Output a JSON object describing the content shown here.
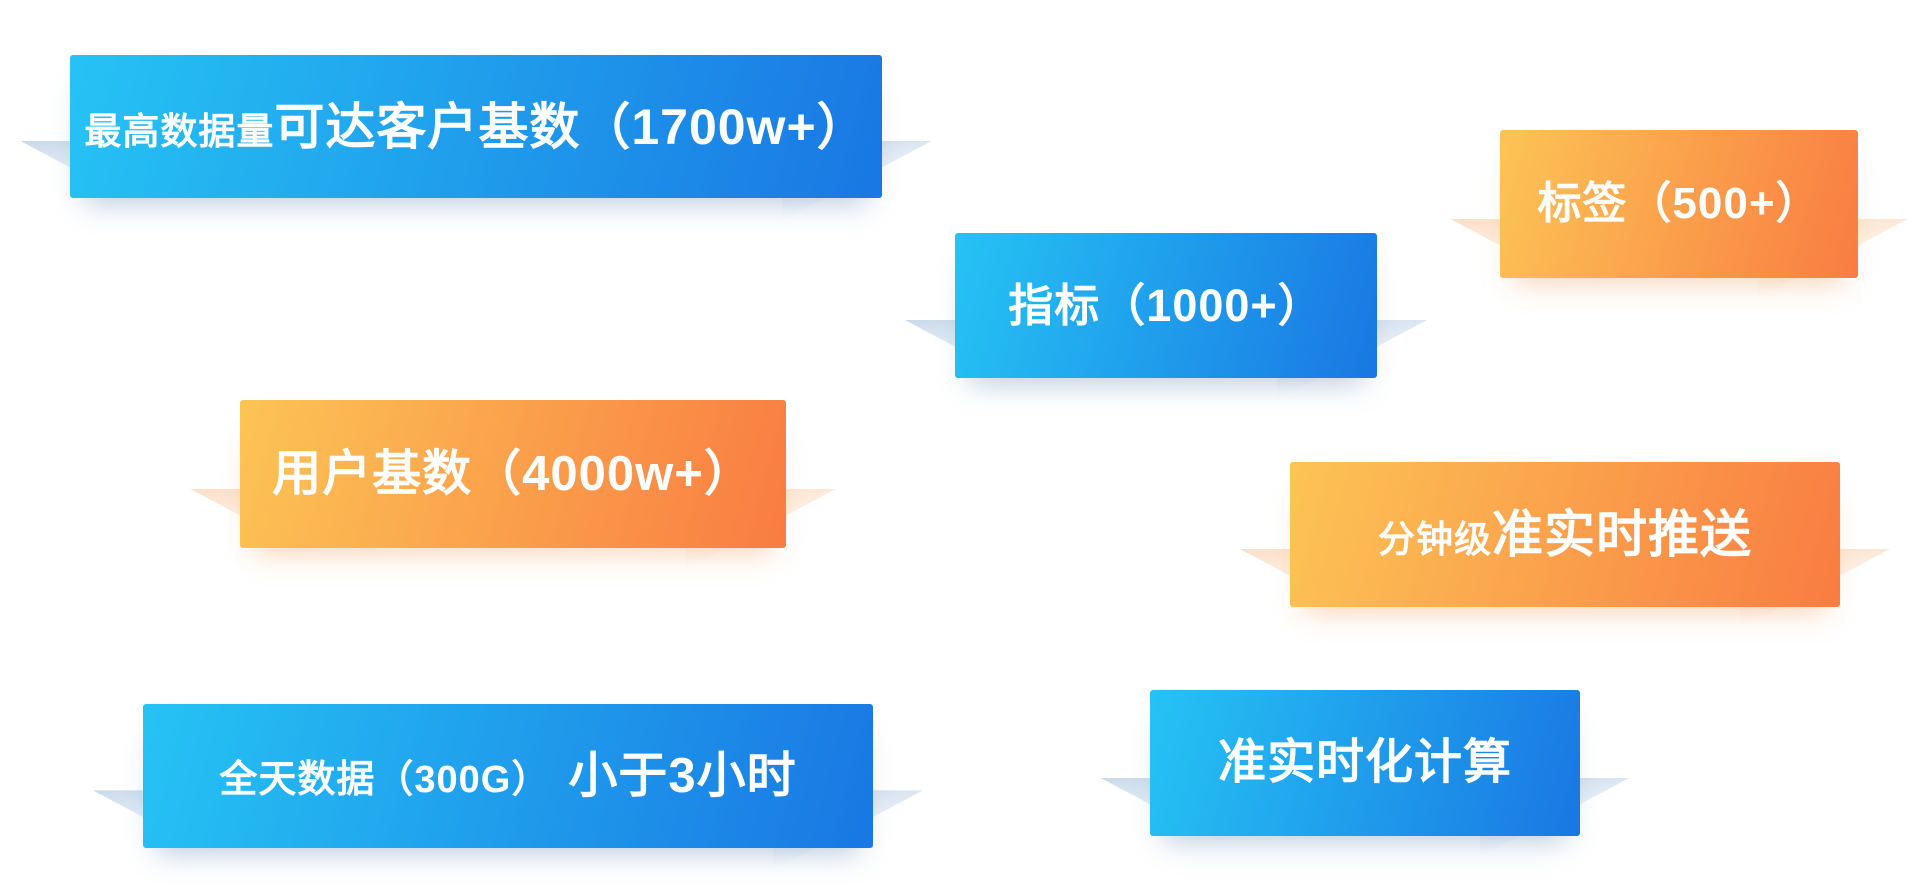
{
  "palette": {
    "blue_start": "#26C3F4",
    "blue_end": "#1977E3",
    "orange_start": "#FCC455",
    "orange_end": "#F97C42",
    "blue_fold": "#C9D9EA",
    "orange_fold": "#FBDFC8",
    "text_color": "#FFFFFF"
  },
  "banners": [
    {
      "id": "max-data-volume",
      "color": "blue",
      "segments": [
        {
          "text": "最高数据量",
          "size": "small"
        },
        {
          "text": "可达客户基数（1700w+）",
          "size": "large"
        }
      ]
    },
    {
      "id": "tags",
      "color": "orange",
      "segments": [
        {
          "text": "标签（500+）",
          "size": "large"
        }
      ]
    },
    {
      "id": "metrics",
      "color": "blue",
      "segments": [
        {
          "text": "指标（1000+）",
          "size": "large"
        }
      ]
    },
    {
      "id": "user-base",
      "color": "orange",
      "segments": [
        {
          "text": "用户基数（4000w+）",
          "size": "large"
        }
      ]
    },
    {
      "id": "realtime-push",
      "color": "orange",
      "segments": [
        {
          "text": "分钟级",
          "size": "small"
        },
        {
          "text": "准实时推送",
          "size": "large"
        }
      ]
    },
    {
      "id": "daily-data",
      "color": "blue",
      "segments": [
        {
          "text": "全天数据（300G）",
          "size": "small"
        },
        {
          "text": "小于3小时",
          "size": "large"
        }
      ]
    },
    {
      "id": "realtime-compute",
      "color": "blue",
      "segments": [
        {
          "text": "准实时化计算",
          "size": "large"
        }
      ]
    }
  ]
}
